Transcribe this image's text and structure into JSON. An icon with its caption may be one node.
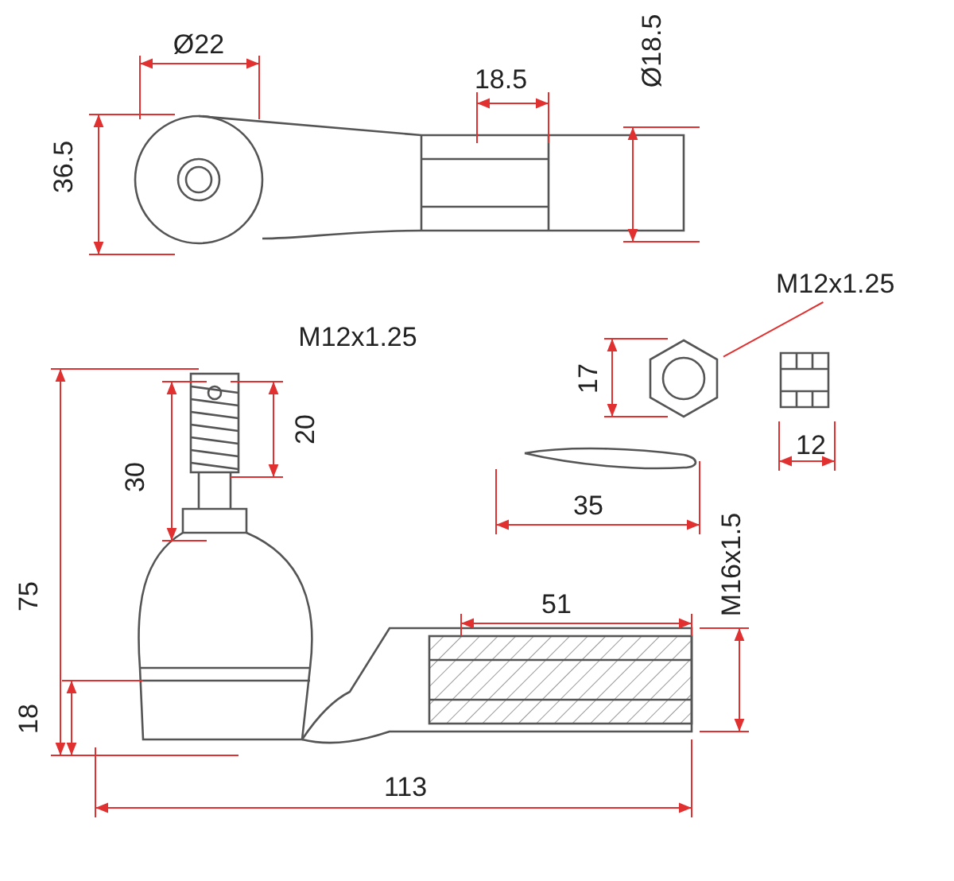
{
  "diagram": {
    "nodes": [
      {
        "text": [
          "M12x1.25"
        ]
      },
      {
        "text": [],
        "shape": "picture"
      }
    ],
    "edges": [
      {
        "from": 0,
        "to": 1,
        "arrow": "none"
      }
    ],
    "labels": [
      "Ø22",
      "18.5",
      "Ø18.5",
      "36.5",
      "M12x1.25",
      "17",
      "12",
      "30",
      "20",
      "35",
      "75",
      "51",
      "M16x1.5",
      "18",
      "113"
    ]
  }
}
